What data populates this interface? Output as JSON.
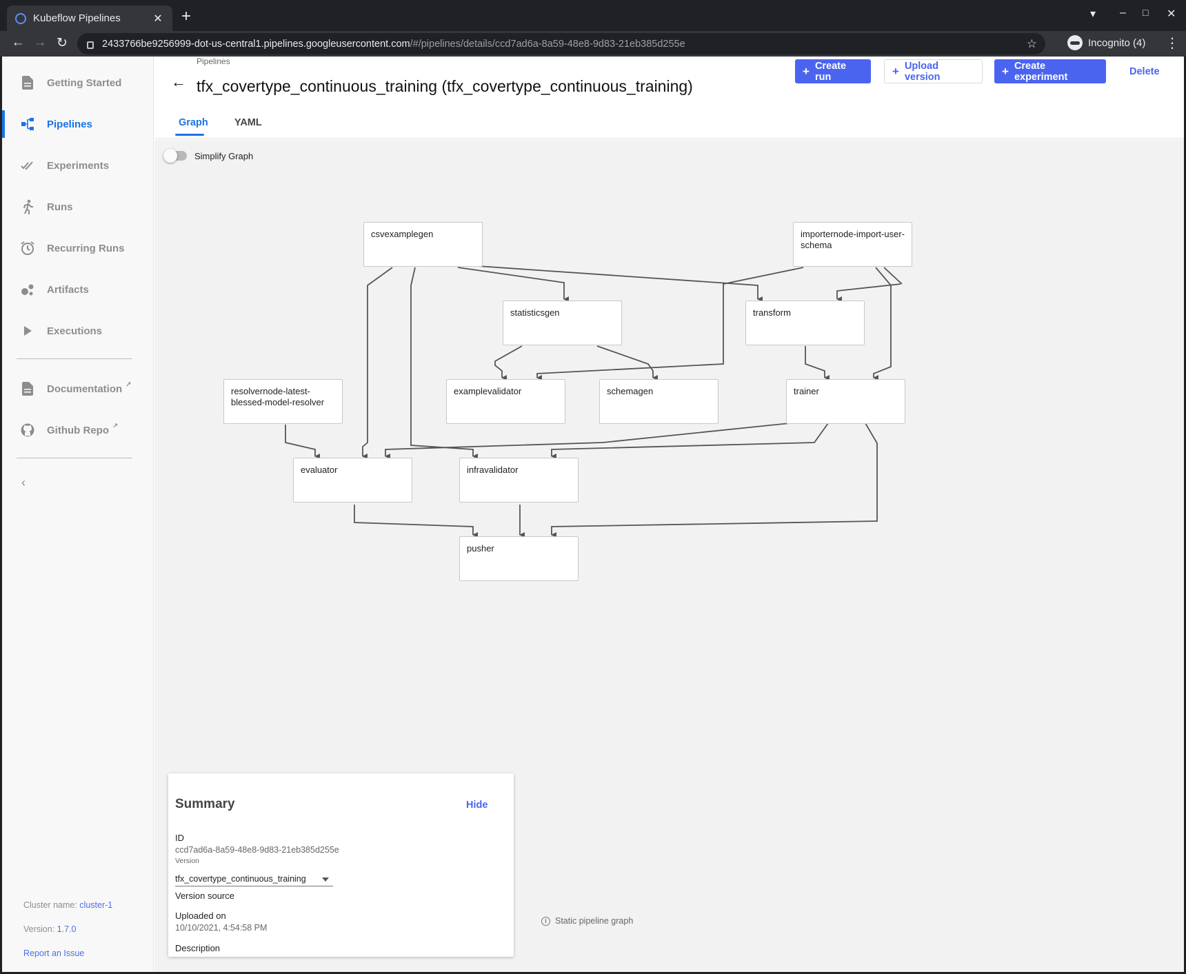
{
  "browser": {
    "tab_title": "Kubeflow Pipelines",
    "url_host": "2433766be9256999-dot-us-central1.pipelines.googleusercontent.com",
    "url_path": "/#/pipelines/details/ccd7ad6a-8a59-48e8-9d83-21eb385d255e",
    "profile": "Incognito (4)"
  },
  "sidebar": {
    "items": [
      {
        "label": "Getting Started",
        "icon": "document-icon"
      },
      {
        "label": "Pipelines",
        "icon": "pipeline-icon"
      },
      {
        "label": "Experiments",
        "icon": "checkmarks-icon"
      },
      {
        "label": "Runs",
        "icon": "runner-icon"
      },
      {
        "label": "Recurring Runs",
        "icon": "alarm-icon"
      },
      {
        "label": "Artifacts",
        "icon": "bubbles-icon"
      },
      {
        "label": "Executions",
        "icon": "play-icon"
      },
      {
        "label": "Documentation",
        "icon": "document-icon"
      },
      {
        "label": "Github Repo",
        "icon": "github-icon"
      }
    ],
    "active": "Pipelines",
    "cluster_label": "Cluster name:",
    "cluster_value": "cluster-1",
    "version_label": "Version:",
    "version_value": "1.7.0",
    "report": "Report an Issue"
  },
  "header": {
    "breadcrumb": "Pipelines",
    "title": "tfx_covertype_continuous_training (tfx_covertype_continuous_training)",
    "buttons": {
      "create_run": "Create run",
      "upload_version": "Upload version",
      "create_experiment": "Create experiment",
      "delete": "Delete"
    }
  },
  "tabs": [
    "Graph",
    "YAML"
  ],
  "graph": {
    "simplify_label": "Simplify Graph",
    "nodes": {
      "csvexamplegen": "csvexamplegen",
      "importer": "importernode-import-user-schema",
      "statisticsgen": "statisticsgen",
      "transform": "transform",
      "resolver": "resolvernode-latest-blessed-model-resolver",
      "examplevalidator": "examplevalidator",
      "schemagen": "schemagen",
      "trainer": "trainer",
      "evaluator": "evaluator",
      "infravalidator": "infravalidator",
      "pusher": "pusher"
    }
  },
  "summary": {
    "title": "Summary",
    "hide": "Hide",
    "id_label": "ID",
    "id_value": "ccd7ad6a-8a59-48e8-9d83-21eb385d255e",
    "version_label": "Version",
    "version_value": "tfx_covertype_continuous_training",
    "version_source_label": "Version source",
    "uploaded_label": "Uploaded on",
    "uploaded_value": "10/10/2021, 4:54:58 PM",
    "description_label": "Description"
  },
  "static_note": "Static pipeline graph",
  "colors": {
    "accent": "#4b64f0",
    "nav_active": "#1a73e8",
    "canvas_bg": "#f2f2f2"
  }
}
